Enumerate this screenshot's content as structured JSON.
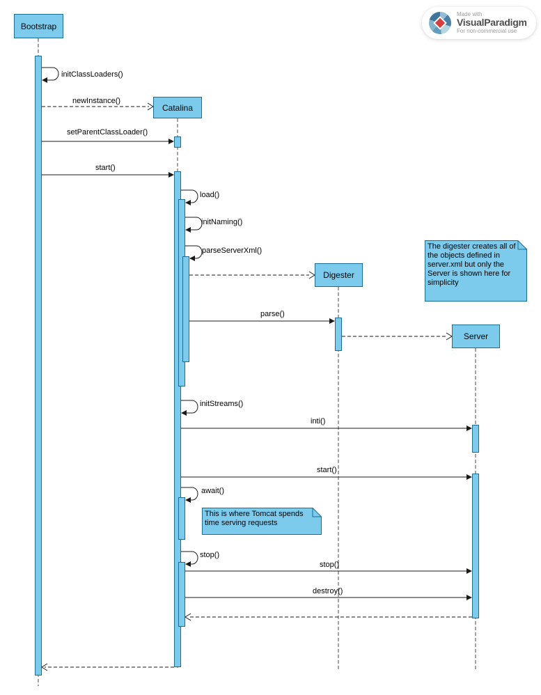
{
  "objects": {
    "bootstrap": "Bootstrap",
    "catalina": "Catalina",
    "digester": "Digester",
    "server": "Server"
  },
  "messages": {
    "initClassLoaders": "initClassLoaders()",
    "newInstance": "newInstance()",
    "setParentClassLoader": "setParentClassLoader()",
    "start1": "start()",
    "load": "load()",
    "initNaming": "initNaming()",
    "parseServerXml": "parseServerXml()",
    "parse": "parse()",
    "initStreams": "initStreams()",
    "inti": "inti()",
    "start2": "start()",
    "await": "await()",
    "stopSelf": "stop()",
    "stopMsg": "stop()",
    "destroy": "destroy()"
  },
  "notes": {
    "digester": "The digester creates all of the objects defined in server.xml but only the Server is shown here for simplicity",
    "await_note": "This is where Tomcat spends time serving requests"
  },
  "branding": {
    "made_with": "Made with",
    "brand": "VisualParadigm",
    "license": "For non-commercial use"
  },
  "colors": {
    "shape_fill": "#7DCBEC",
    "shape_border": "#1B6E93"
  }
}
